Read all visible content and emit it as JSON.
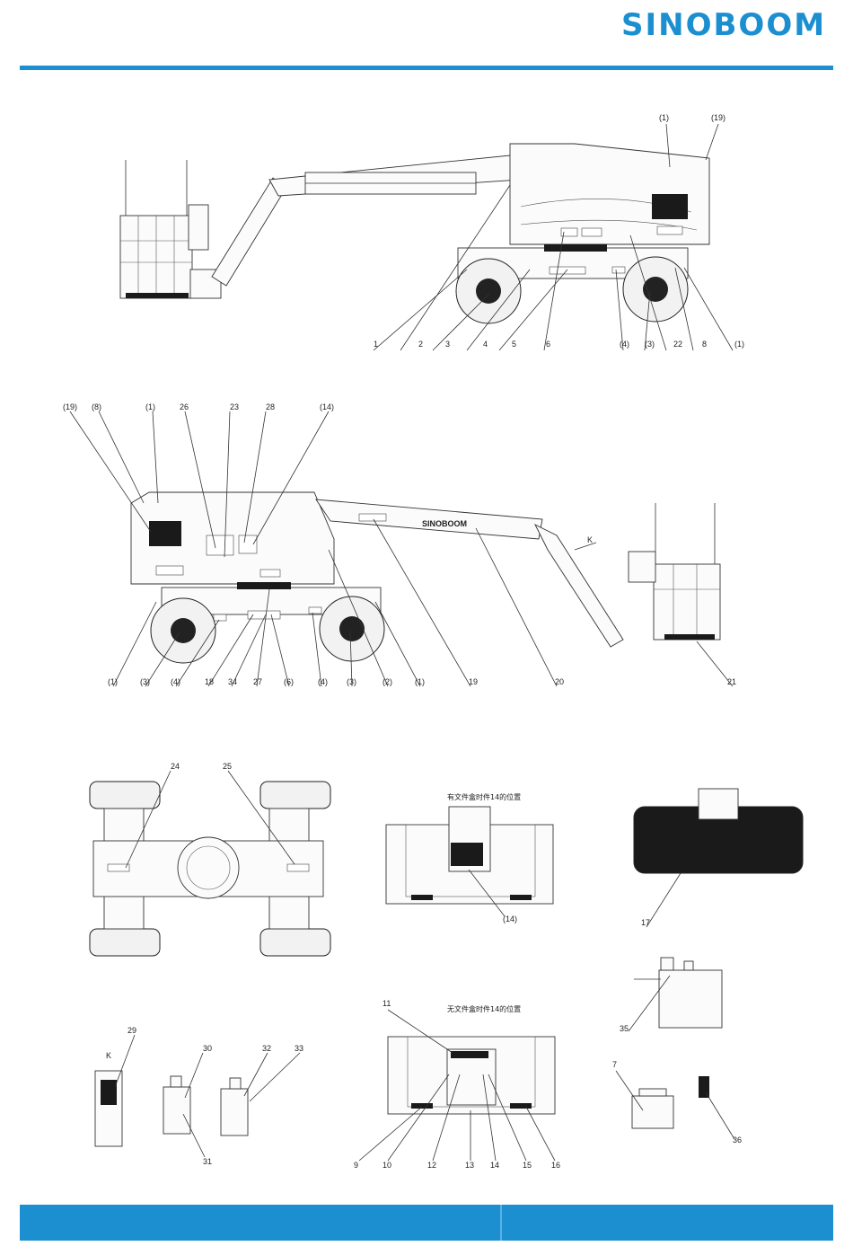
{
  "brand": {
    "logo_text": "SINOBOOM",
    "accent_color": "#1c8fd0"
  },
  "view1": {
    "callouts": [
      "1",
      "2",
      "3",
      "4",
      "5",
      "6",
      "(4)",
      "(3)",
      "22",
      "8",
      "(1)"
    ],
    "top_callouts": [
      "(1)",
      "(19)"
    ]
  },
  "view2": {
    "top_callouts": [
      "(19)",
      "(8)",
      "(1)",
      "26",
      "23",
      "28",
      "(14)"
    ],
    "bottom_callouts": [
      "(1)",
      "(3)",
      "(4)",
      "18",
      "34",
      "27",
      "(6)",
      "(4)",
      "(3)",
      "(2)",
      "(1)",
      "19",
      "20",
      "21"
    ],
    "arrow_label": "K",
    "boom_text": "SINOBOOM"
  },
  "chassis": {
    "callouts": [
      "24",
      "25"
    ]
  },
  "platform_top": {
    "note": "有文件盒时件14的位置",
    "callouts": [
      "(14)"
    ]
  },
  "platform_bottom": {
    "note": "无文件盒时件14的位置",
    "callouts": [
      "11",
      "9",
      "10",
      "12",
      "13",
      "14",
      "15",
      "16"
    ]
  },
  "detail_17": {
    "callouts": [
      "17"
    ]
  },
  "detail_35": {
    "callouts": [
      "35"
    ]
  },
  "detail_7": {
    "callouts": [
      "7"
    ]
  },
  "detail_36": {
    "callouts": [
      "36"
    ]
  },
  "detail_k": {
    "view_label": "K",
    "callouts": [
      "29"
    ]
  },
  "detail_30": {
    "callouts": [
      "30",
      "31"
    ]
  },
  "detail_32": {
    "callouts": [
      "32",
      "33"
    ]
  }
}
